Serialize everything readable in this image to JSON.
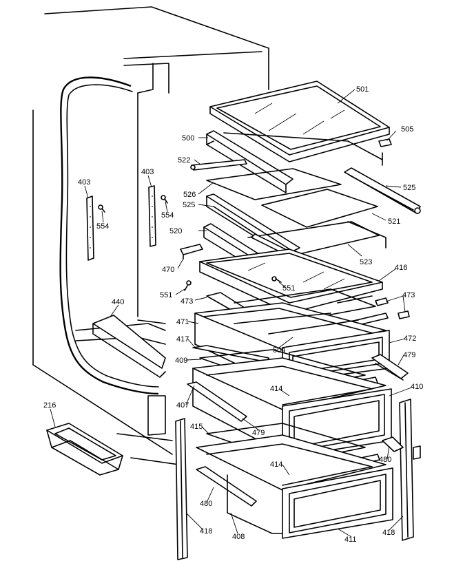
{
  "callouts": {
    "c501": "501",
    "c505": "505",
    "c500": "500",
    "c522": "522",
    "c525a": "525",
    "c526": "526",
    "c525b": "525",
    "c521": "521",
    "c520": "520",
    "c523": "523",
    "c416": "416",
    "c470": "470",
    "c551a": "551",
    "c551b": "551",
    "c473a": "473",
    "c473b": "473",
    "c471": "471",
    "c504": "504",
    "c472": "472",
    "c417": "417",
    "c409": "409",
    "c479a": "479",
    "c414a": "414",
    "c410": "410",
    "c407": "407",
    "c479b": "479",
    "c415": "415",
    "c480a": "480",
    "c414b": "414",
    "c480b": "480",
    "c418a": "418",
    "c408": "408",
    "c411": "411",
    "c418b": "418",
    "c403a": "403",
    "c554a": "554",
    "c403b": "403",
    "c554b": "554",
    "c440": "440",
    "c216": "216"
  }
}
